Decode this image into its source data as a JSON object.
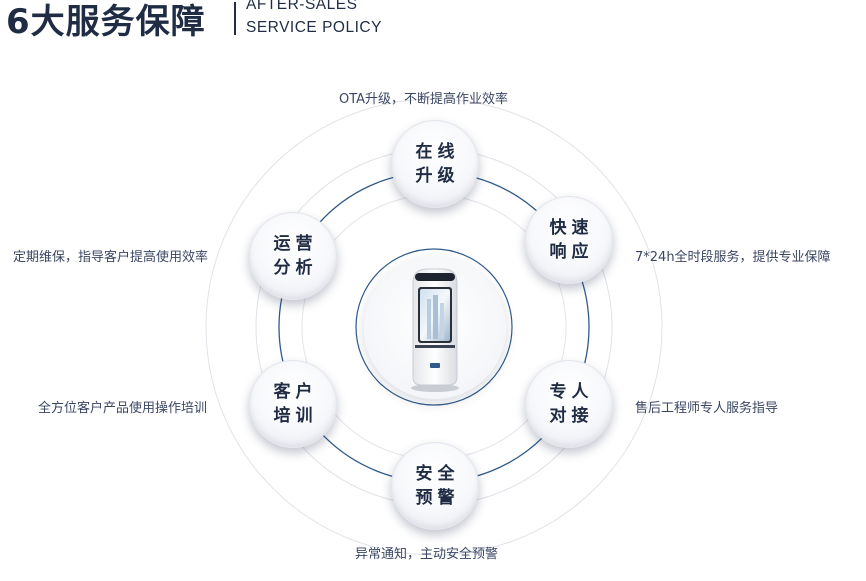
{
  "header": {
    "title": "6大服务保障",
    "subtitle_line1": "AFTER-SALES",
    "subtitle_line2": "SERVICE POLICY"
  },
  "colors": {
    "navy": "#1f2c44",
    "ring_blue": "#2f5a8a",
    "ring_gray": "#d6d9e0"
  },
  "services": [
    {
      "line1": "在线",
      "line2": "升级",
      "desc": "OTA升级，不断提高作业效率"
    },
    {
      "line1": "快速",
      "line2": "响应",
      "desc": "7*24h全时段服务，提供专业保障"
    },
    {
      "line1": "专人",
      "line2": "对接",
      "desc": "售后工程师专人服务指导"
    },
    {
      "line1": "安全",
      "line2": "预警",
      "desc": "异常通知，主动安全预警"
    },
    {
      "line1": "客户",
      "line2": "培训",
      "desc": "全方位客户产品使用操作培训"
    },
    {
      "line1": "运营",
      "line2": "分析",
      "desc": "定期维保，指导客户提高使用效率"
    }
  ]
}
